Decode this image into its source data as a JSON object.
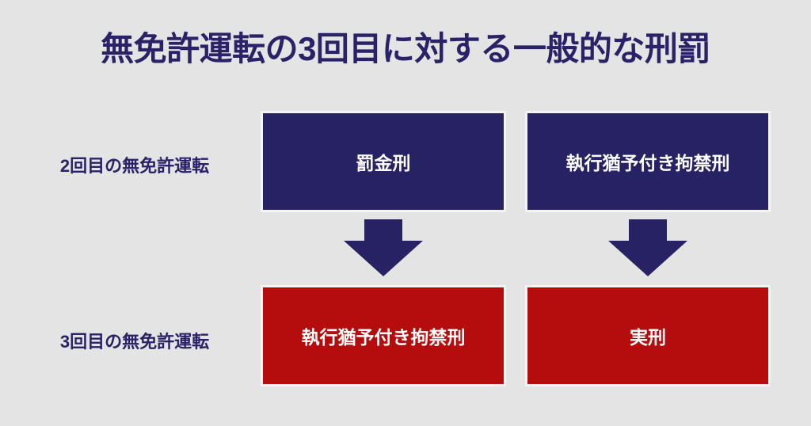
{
  "page": {
    "title": "無免許運転の3回目に対する一般的な刑罰",
    "background_color": "#e5e4e4"
  },
  "colors": {
    "navy": "#272263",
    "red": "#b50d0d",
    "title_text": "#2a2268",
    "label_text": "#2a2268",
    "box_text": "#ffffff"
  },
  "diagram": {
    "rows": [
      {
        "label": "2回目の無免許運転",
        "cells": [
          {
            "text": "罰金刑",
            "color": "#272263"
          },
          {
            "text": "執行猶予付き拘禁刑",
            "color": "#272263"
          }
        ]
      },
      {
        "label": "3回目の無免許運転",
        "cells": [
          {
            "text": "執行猶予付き拘禁刑",
            "color": "#b50d0d"
          },
          {
            "text": "実刑",
            "color": "#b50d0d"
          }
        ]
      }
    ],
    "arrows": [
      {
        "name": "down-arrow-left",
        "direction": "down",
        "color": "#272263"
      },
      {
        "name": "down-arrow-right",
        "direction": "down",
        "color": "#272263"
      }
    ]
  }
}
